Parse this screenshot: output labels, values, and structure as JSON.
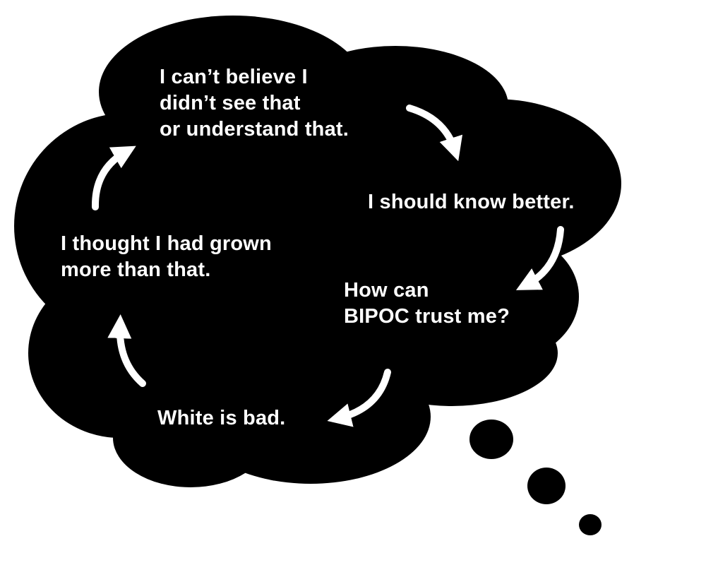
{
  "colors": {
    "cloud": "#000000",
    "text": "#ffffff",
    "arrow": "#ffffff",
    "background": "#ffffff"
  },
  "cycle": [
    {
      "id": "t1",
      "lines": [
        "I can’t believe I",
        "didn’t see that",
        "or understand that."
      ]
    },
    {
      "id": "t2",
      "lines": [
        "I should know better."
      ]
    },
    {
      "id": "t3",
      "lines": [
        "How can",
        "BIPOC trust me?"
      ]
    },
    {
      "id": "t4",
      "lines": [
        "White is bad."
      ]
    },
    {
      "id": "t5",
      "lines": [
        "I thought I had grown",
        "more than that."
      ]
    }
  ],
  "icons": {
    "arrow": "curved-arrow-icon",
    "bubble": "thought-bubble-dot-icon"
  }
}
